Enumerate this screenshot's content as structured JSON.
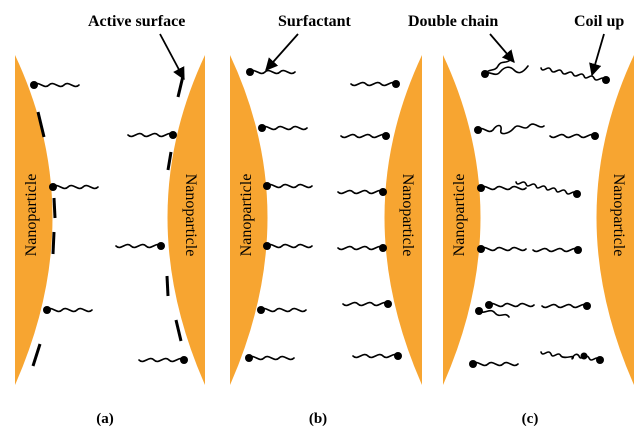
{
  "labels": {
    "active_surface": "Active surface",
    "surfactant": "Surfactant",
    "double_chain": "Double chain",
    "coil_up": "Coil up"
  },
  "nanoparticle_label": "Nanoparticle",
  "panels": [
    {
      "caption": "(a)"
    },
    {
      "caption": "(b)"
    },
    {
      "caption": "(c)"
    }
  ],
  "colors": {
    "particle": "#F7A531",
    "ink": "#000000"
  }
}
